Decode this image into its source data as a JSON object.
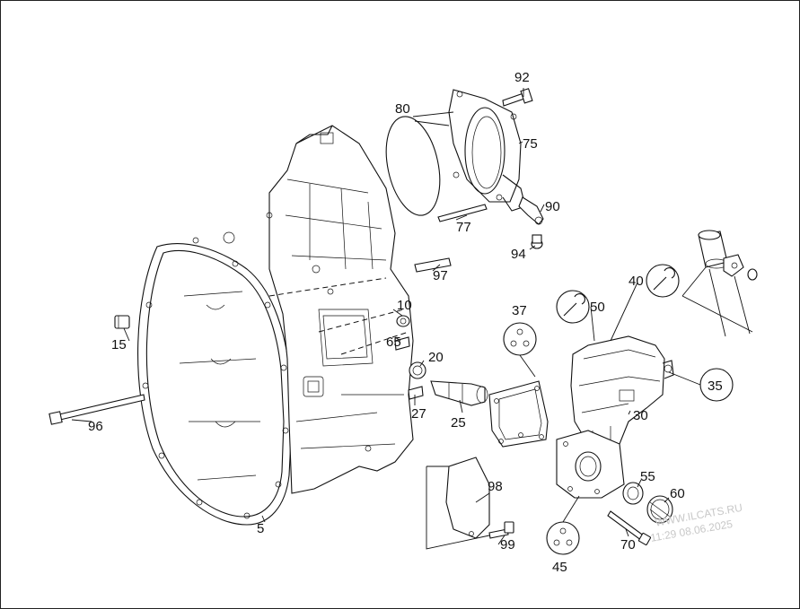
{
  "labels": {
    "l5": "5",
    "l10": "10",
    "l15": "15",
    "l20": "20",
    "l25": "25",
    "l27": "27",
    "l30": "30",
    "l35": "35",
    "l37": "37",
    "l40": "40",
    "l45": "45",
    "l50": "50",
    "l55": "55",
    "l60": "60",
    "l65": "65",
    "l70": "70",
    "l75": "75",
    "l77": "77",
    "l80": "80",
    "l90": "90",
    "l92": "92",
    "l94": "94",
    "l96": "96",
    "l97": "97",
    "l98": "98",
    "l99": "99"
  },
  "watermark": {
    "line1": "WWW.ILCATS.RU",
    "line2": "11:29 08.06.2025"
  }
}
